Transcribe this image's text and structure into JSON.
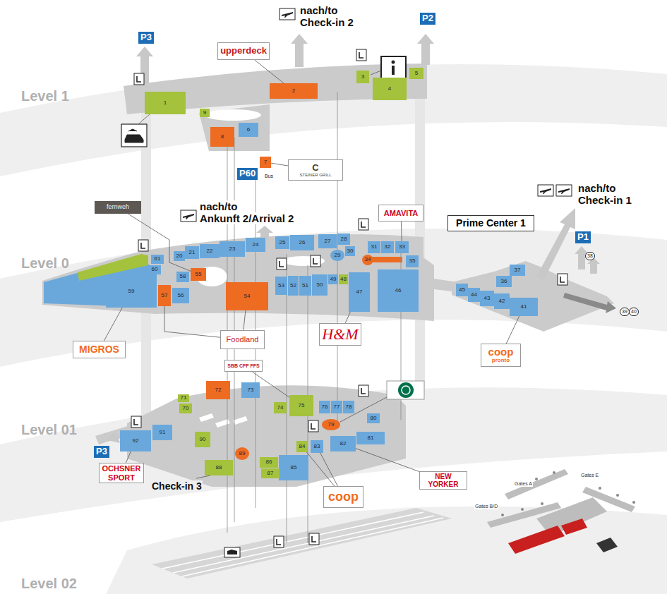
{
  "diagram": {
    "nodes": [
      {
        "text": [
          "1"
        ]
      },
      {
        "text": [
          "2"
        ]
      },
      {
        "text": [
          "3"
        ]
      },
      {
        "text": [
          "4"
        ]
      },
      {
        "text": [
          "5"
        ]
      },
      {
        "text": [
          "6"
        ]
      },
      {
        "text": [
          "8"
        ]
      },
      {
        "text": [
          "9"
        ]
      },
      {
        "text": [
          "7"
        ]
      },
      {
        "text": [
          "20"
        ]
      },
      {
        "text": [
          "21"
        ]
      },
      {
        "text": [
          "22"
        ]
      },
      {
        "text": [
          "23"
        ]
      },
      {
        "text": [
          "24"
        ]
      },
      {
        "text": [
          "25"
        ]
      },
      {
        "text": [
          "26"
        ]
      },
      {
        "text": [
          "27"
        ]
      },
      {
        "text": [
          "28"
        ]
      },
      {
        "text": [
          "29"
        ]
      },
      {
        "text": [
          "30"
        ]
      },
      {
        "text": [
          "31"
        ]
      },
      {
        "text": [
          "32"
        ]
      },
      {
        "text": [
          "33"
        ]
      },
      {
        "text": [
          "34"
        ]
      },
      {
        "text": [
          "35"
        ]
      },
      {
        "text": [
          "36"
        ]
      },
      {
        "text": [
          "37"
        ]
      },
      {
        "text": [
          "41"
        ]
      },
      {
        "text": [
          "42"
        ]
      },
      {
        "text": [
          "43"
        ]
      },
      {
        "text": [
          "44"
        ]
      },
      {
        "text": [
          "45"
        ]
      },
      {
        "text": [
          "46"
        ]
      },
      {
        "text": [
          "47"
        ]
      },
      {
        "text": [
          "48"
        ]
      },
      {
        "text": [
          "49"
        ]
      },
      {
        "text": [
          "50"
        ]
      },
      {
        "text": [
          "51"
        ]
      },
      {
        "text": [
          "52"
        ]
      },
      {
        "text": [
          "53"
        ]
      },
      {
        "text": [
          "54"
        ]
      },
      {
        "text": [
          "55"
        ]
      },
      {
        "text": [
          "56"
        ]
      },
      {
        "text": [
          "57"
        ]
      },
      {
        "text": [
          "58"
        ]
      },
      {
        "text": [
          "59"
        ]
      },
      {
        "text": [
          "60"
        ]
      },
      {
        "text": [
          "61"
        ]
      },
      {
        "text": [
          "70"
        ]
      },
      {
        "text": [
          "71"
        ]
      },
      {
        "text": [
          "72"
        ]
      },
      {
        "text": [
          "73"
        ]
      },
      {
        "text": [
          "74"
        ]
      },
      {
        "text": [
          "75"
        ]
      },
      {
        "text": [
          "76"
        ]
      },
      {
        "text": [
          "77"
        ]
      },
      {
        "text": [
          "78"
        ]
      },
      {
        "text": [
          "79"
        ]
      },
      {
        "text": [
          "80"
        ]
      },
      {
        "text": [
          "81"
        ]
      },
      {
        "text": [
          "82"
        ]
      },
      {
        "text": [
          "83"
        ]
      },
      {
        "text": [
          "84"
        ]
      },
      {
        "text": [
          "85"
        ]
      },
      {
        "text": [
          "86"
        ]
      },
      {
        "text": [
          "87"
        ]
      },
      {
        "text": [
          "88"
        ]
      },
      {
        "text": [
          "89"
        ]
      },
      {
        "text": [
          "90"
        ]
      },
      {
        "text": [
          "91"
        ]
      },
      {
        "text": [
          "92"
        ]
      },
      {
        "text": [
          "upperdeck"
        ]
      },
      {
        "text": [
          "C",
          "STEINER GRILL"
        ]
      },
      {
        "text": [
          "fernweh"
        ]
      },
      {
        "text": [
          "AMAVITA"
        ]
      },
      {
        "text": [
          "Prime Center 1"
        ]
      },
      {
        "text": [
          "Foodland"
        ]
      },
      {
        "text": [
          "H&M"
        ]
      },
      {
        "text": [
          "MIGROS"
        ]
      },
      {
        "text": [
          "coop",
          "pronto"
        ]
      },
      {
        "text": [
          "SBB CFF FFS"
        ]
      },
      {
        "text": [
          "coop"
        ]
      },
      {
        "text": [
          "NEW YORKER"
        ]
      },
      {
        "text": [
          "OCHSNER SPORT"
        ]
      }
    ],
    "edges": [
      {
        "from": 71,
        "to": 1,
        "arrow": "none"
      },
      {
        "from": 72,
        "to": 8,
        "arrow": "none"
      },
      {
        "from": 73,
        "to": 41,
        "arrow": "none"
      },
      {
        "from": 74,
        "to": 22,
        "arrow": "none"
      },
      {
        "from": 76,
        "to": 40,
        "arrow": "none"
      },
      {
        "from": 76,
        "to": 43,
        "arrow": "none"
      },
      {
        "from": 77,
        "to": 33,
        "arrow": "none"
      },
      {
        "from": 78,
        "to": 45,
        "arrow": "none"
      },
      {
        "from": 79,
        "to": 27,
        "arrow": "none"
      },
      {
        "from": 80,
        "to": 53,
        "arrow": "none"
      },
      {
        "from": 81,
        "to": 62,
        "arrow": "none"
      },
      {
        "from": 81,
        "to": 61,
        "arrow": "none"
      },
      {
        "from": 82,
        "to": 60,
        "arrow": "none"
      },
      {
        "from": 83,
        "to": 70,
        "arrow": "none"
      }
    ],
    "labels": [
      "Level 1",
      "Level 0",
      "Level 01",
      "Level 02",
      "nach/to",
      "Check-in 2",
      "nach/to",
      "Ankunft 2/Arrival 2",
      "nach/to",
      "Check-in 1",
      "P3",
      "P2",
      "P60",
      "Bus",
      "P1",
      "38",
      "39",
      "40",
      "P3",
      "Check-in 3",
      "Gates A",
      "Gates E",
      "Gates B/D"
    ]
  }
}
